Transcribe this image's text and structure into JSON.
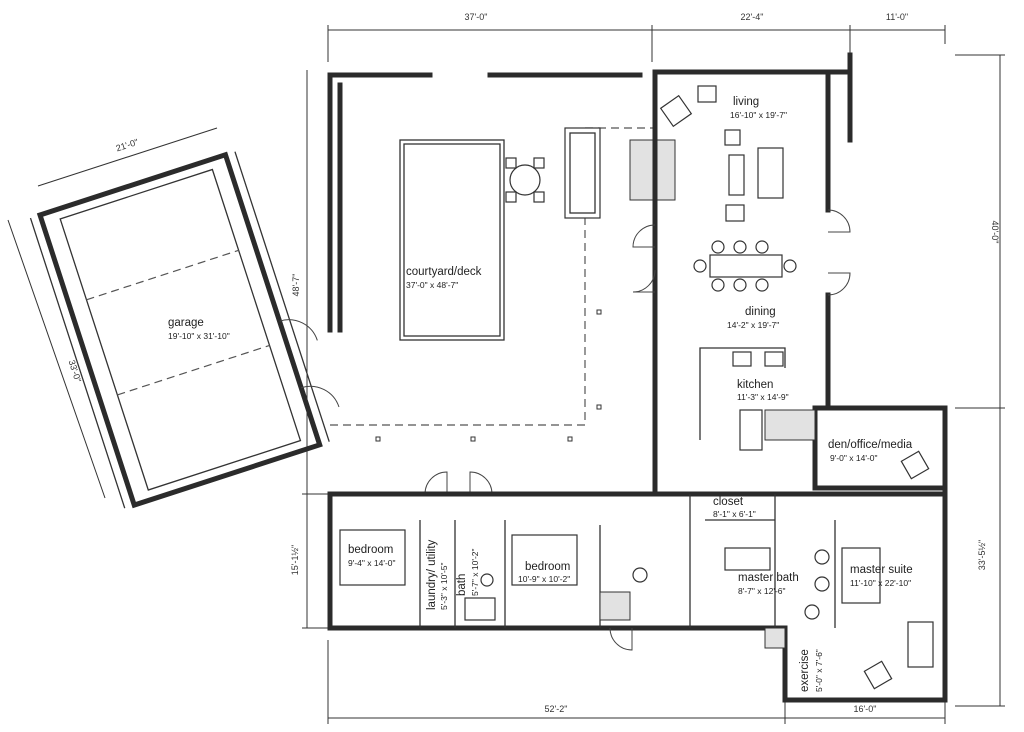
{
  "rooms": {
    "living": {
      "name": "living",
      "size": "16'-10\" x 19'-7\""
    },
    "dining": {
      "name": "dining",
      "size": "14'-2\" x 19'-7\""
    },
    "kitchen": {
      "name": "kitchen",
      "size": "11'-3\" x 14'-9\""
    },
    "courtyard": {
      "name": "courtyard/deck",
      "size": "37'-0\" x 48'-7\""
    },
    "garage": {
      "name": "garage",
      "size": "19'-10\" x 31'-10\""
    },
    "den": {
      "name": "den/office/media",
      "size": "9'-0\" x 14'-0\""
    },
    "closet": {
      "name": "closet",
      "size": "8'-1\" x 6'-1\""
    },
    "master_suite": {
      "name": "master suite",
      "size": "11'-10\" x 22'-10\""
    },
    "master_bath": {
      "name": "master bath",
      "size": "8'-7\" x 12'-6\""
    },
    "exercise": {
      "name": "exercise",
      "size": "5'-0\" x 7'-6\""
    },
    "bedroom1": {
      "name": "bedroom",
      "size": "9'-4\" x 14'-0\""
    },
    "bedroom2": {
      "name": "bedroom",
      "size": "10'-9\" x 10'-2\""
    },
    "bath": {
      "name": "bath",
      "size": "5'-7\" x 10'-2\""
    },
    "laundry": {
      "name": "laundry/ utility",
      "size": "5'-3\" x 10'-5\""
    }
  },
  "dimensions": {
    "top_left": "37'-0\"",
    "top_middle": "22'-4\"",
    "top_right": "11'-0\"",
    "right_upper": "40'-0\"",
    "right_lower": "33'-5½\"",
    "left_wing": "15'-1½\"",
    "bottom_total": "52'-2\"",
    "bottom_right": "16'-0\"",
    "garage_width": "21'-0\"",
    "garage_depth": "33'-0\"",
    "courtyard_side": "48'-7\""
  }
}
